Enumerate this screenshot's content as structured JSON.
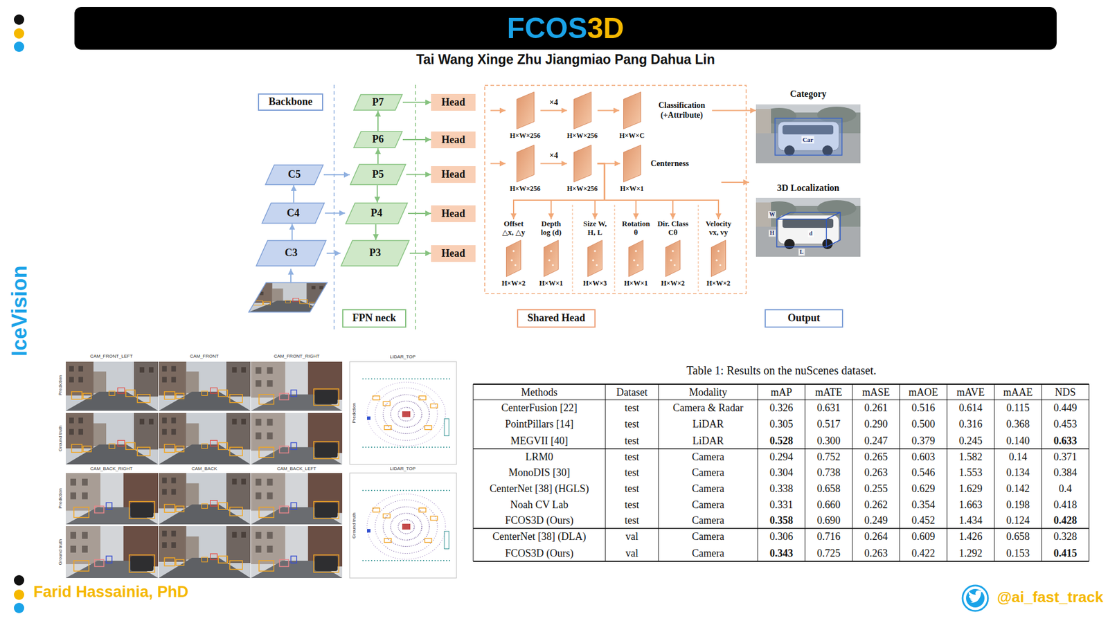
{
  "diagram": {
    "title": "FCOS3D",
    "nodes": [
      {
        "text": [
          "Backbone"
        ]
      },
      {
        "text": [
          "C5"
        ]
      },
      {
        "text": [
          "C4"
        ]
      },
      {
        "text": [
          "C3"
        ]
      },
      {
        "text": [
          "P7"
        ]
      },
      {
        "text": [
          "P6"
        ]
      },
      {
        "text": [
          "P5"
        ]
      },
      {
        "text": [
          "P4"
        ]
      },
      {
        "text": [
          "P3"
        ]
      },
      {
        "text": [
          "Head"
        ]
      },
      {
        "text": [
          "Head"
        ]
      },
      {
        "text": [
          "Head"
        ]
      },
      {
        "text": [
          "Head"
        ]
      },
      {
        "text": [
          "Head"
        ]
      },
      {
        "text": [
          "H×W×256"
        ]
      },
      {
        "text": [
          "H×W×256"
        ]
      },
      {
        "text": [
          "Classification (+Attribute)",
          "H×W×C"
        ]
      },
      {
        "text": [
          "H×W×256"
        ]
      },
      {
        "text": [
          "H×W×256"
        ]
      },
      {
        "text": [
          "Centerness",
          "H×W×1"
        ]
      },
      {
        "text": [
          "Offset △x, △y",
          "H×W×2"
        ]
      },
      {
        "text": [
          "Depth log (d)",
          "H×W×1"
        ]
      },
      {
        "text": [
          "Size W, H, L",
          "H×W×3"
        ]
      },
      {
        "text": [
          "Rotation θ",
          "H×W×1"
        ]
      },
      {
        "text": [
          "Dir. Class Cθ",
          "H×W×2"
        ]
      },
      {
        "text": [
          "Velocity vx, vy",
          "H×W×2"
        ]
      },
      {
        "text": [
          "Category"
        ]
      },
      {
        "text": [
          "3D Localization"
        ]
      },
      {
        "text": [
          "FPN neck"
        ]
      },
      {
        "text": [
          "Shared Head"
        ]
      },
      {
        "text": [
          "Output"
        ]
      }
    ],
    "edges": [
      {
        "from": 3,
        "to": 2,
        "arrow": "to"
      },
      {
        "from": 2,
        "to": 1,
        "arrow": "to"
      },
      {
        "from": 1,
        "to": 6,
        "arrow": "to"
      },
      {
        "from": 2,
        "to": 7,
        "arrow": "to"
      },
      {
        "from": 3,
        "to": 8,
        "arrow": "to"
      },
      {
        "from": 6,
        "to": 5,
        "arrow": "to"
      },
      {
        "from": 5,
        "to": 4,
        "arrow": "to"
      },
      {
        "from": 6,
        "to": 7,
        "arrow": "to"
      },
      {
        "from": 7,
        "to": 8,
        "arrow": "to"
      },
      {
        "from": 4,
        "to": 9,
        "arrow": "to"
      },
      {
        "from": 5,
        "to": 10,
        "arrow": "to"
      },
      {
        "from": 6,
        "to": 11,
        "arrow": "to"
      },
      {
        "from": 7,
        "to": 12,
        "arrow": "to"
      },
      {
        "from": 8,
        "to": 13,
        "arrow": "to"
      },
      {
        "from": 14,
        "to": 15,
        "label": "×4",
        "arrow": "to"
      },
      {
        "from": 15,
        "to": 16,
        "arrow": "to"
      },
      {
        "from": 17,
        "to": 18,
        "label": "×4",
        "arrow": "to"
      },
      {
        "from": 18,
        "to": 19,
        "arrow": "to"
      },
      {
        "from": 18,
        "to": 20,
        "arrow": "to"
      },
      {
        "from": 18,
        "to": 21,
        "arrow": "to"
      },
      {
        "from": 18,
        "to": 22,
        "arrow": "to"
      },
      {
        "from": 18,
        "to": 23,
        "arrow": "to"
      },
      {
        "from": 18,
        "to": 24,
        "arrow": "to"
      },
      {
        "from": 18,
        "to": 25,
        "arrow": "to"
      },
      {
        "from": 16,
        "to": 26,
        "arrow": "to"
      }
    ],
    "labels": [
      "Tai Wang Xinge Zhu Jiangmiao Pang Dahua Lin",
      "Car",
      "W",
      "H",
      "L",
      "d",
      "IceVision",
      "CAM_FRONT_LEFT",
      "CAM_FRONT",
      "CAM_FRONT_RIGHT",
      "LIDAR_TOP",
      "Prediction",
      "Ground truth",
      "Prediction",
      "CAM_BACK_RIGHT",
      "CAM_BACK",
      "CAM_BACK_LEFT",
      "LIDAR_TOP",
      "Prediction",
      "Ground truth",
      "Ground truth",
      "Table 1: Results on the nuScenes dataset.",
      "Methods",
      "Dataset",
      "Modality",
      "mAP",
      "mATE",
      "mASE",
      "mAOE",
      "mAVE",
      "mAAE",
      "NDS",
      "CenterFusion [22]",
      "test",
      "Camera & Radar",
      "0.326",
      "0.631",
      "0.261",
      "0.516",
      "0.614",
      "0.115",
      "0.449",
      "PointPillars [14]",
      "test",
      "LiDAR",
      "0.305",
      "0.517",
      "0.290",
      "0.500",
      "0.316",
      "0.368",
      "0.453",
      "MEGVII [40]",
      "test",
      "LiDAR",
      "0.528",
      "0.300",
      "0.247",
      "0.379",
      "0.245",
      "0.140",
      "0.633",
      "LRM0",
      "test",
      "Camera",
      "0.294",
      "0.752",
      "0.265",
      "0.603",
      "1.582",
      "0.14",
      "0.371",
      "MonoDIS [30]",
      "test",
      "Camera",
      "0.304",
      "0.738",
      "0.263",
      "0.546",
      "1.553",
      "0.134",
      "0.384",
      "CenterNet [38] (HGLS)",
      "test",
      "Camera",
      "0.338",
      "0.658",
      "0.255",
      "0.629",
      "1.629",
      "0.142",
      "0.4",
      "Noah CV Lab",
      "test",
      "Camera",
      "0.331",
      "0.660",
      "0.262",
      "0.354",
      "1.663",
      "0.198",
      "0.418",
      "FCOS3D (Ours)",
      "test",
      "Camera",
      "0.358",
      "0.690",
      "0.249",
      "0.452",
      "1.434",
      "0.124",
      "0.428",
      "CenterNet [38] (DLA)",
      "val",
      "Camera",
      "0.306",
      "0.716",
      "0.264",
      "0.609",
      "1.426",
      "0.658",
      "0.328",
      "FCOS3D (Ours)",
      "val",
      "Camera",
      "0.343",
      "0.725",
      "0.263",
      "0.422",
      "1.292",
      "0.153",
      "0.415",
      "Farid Hassainia, PhD",
      "@ai_fast_track"
    ]
  }
}
